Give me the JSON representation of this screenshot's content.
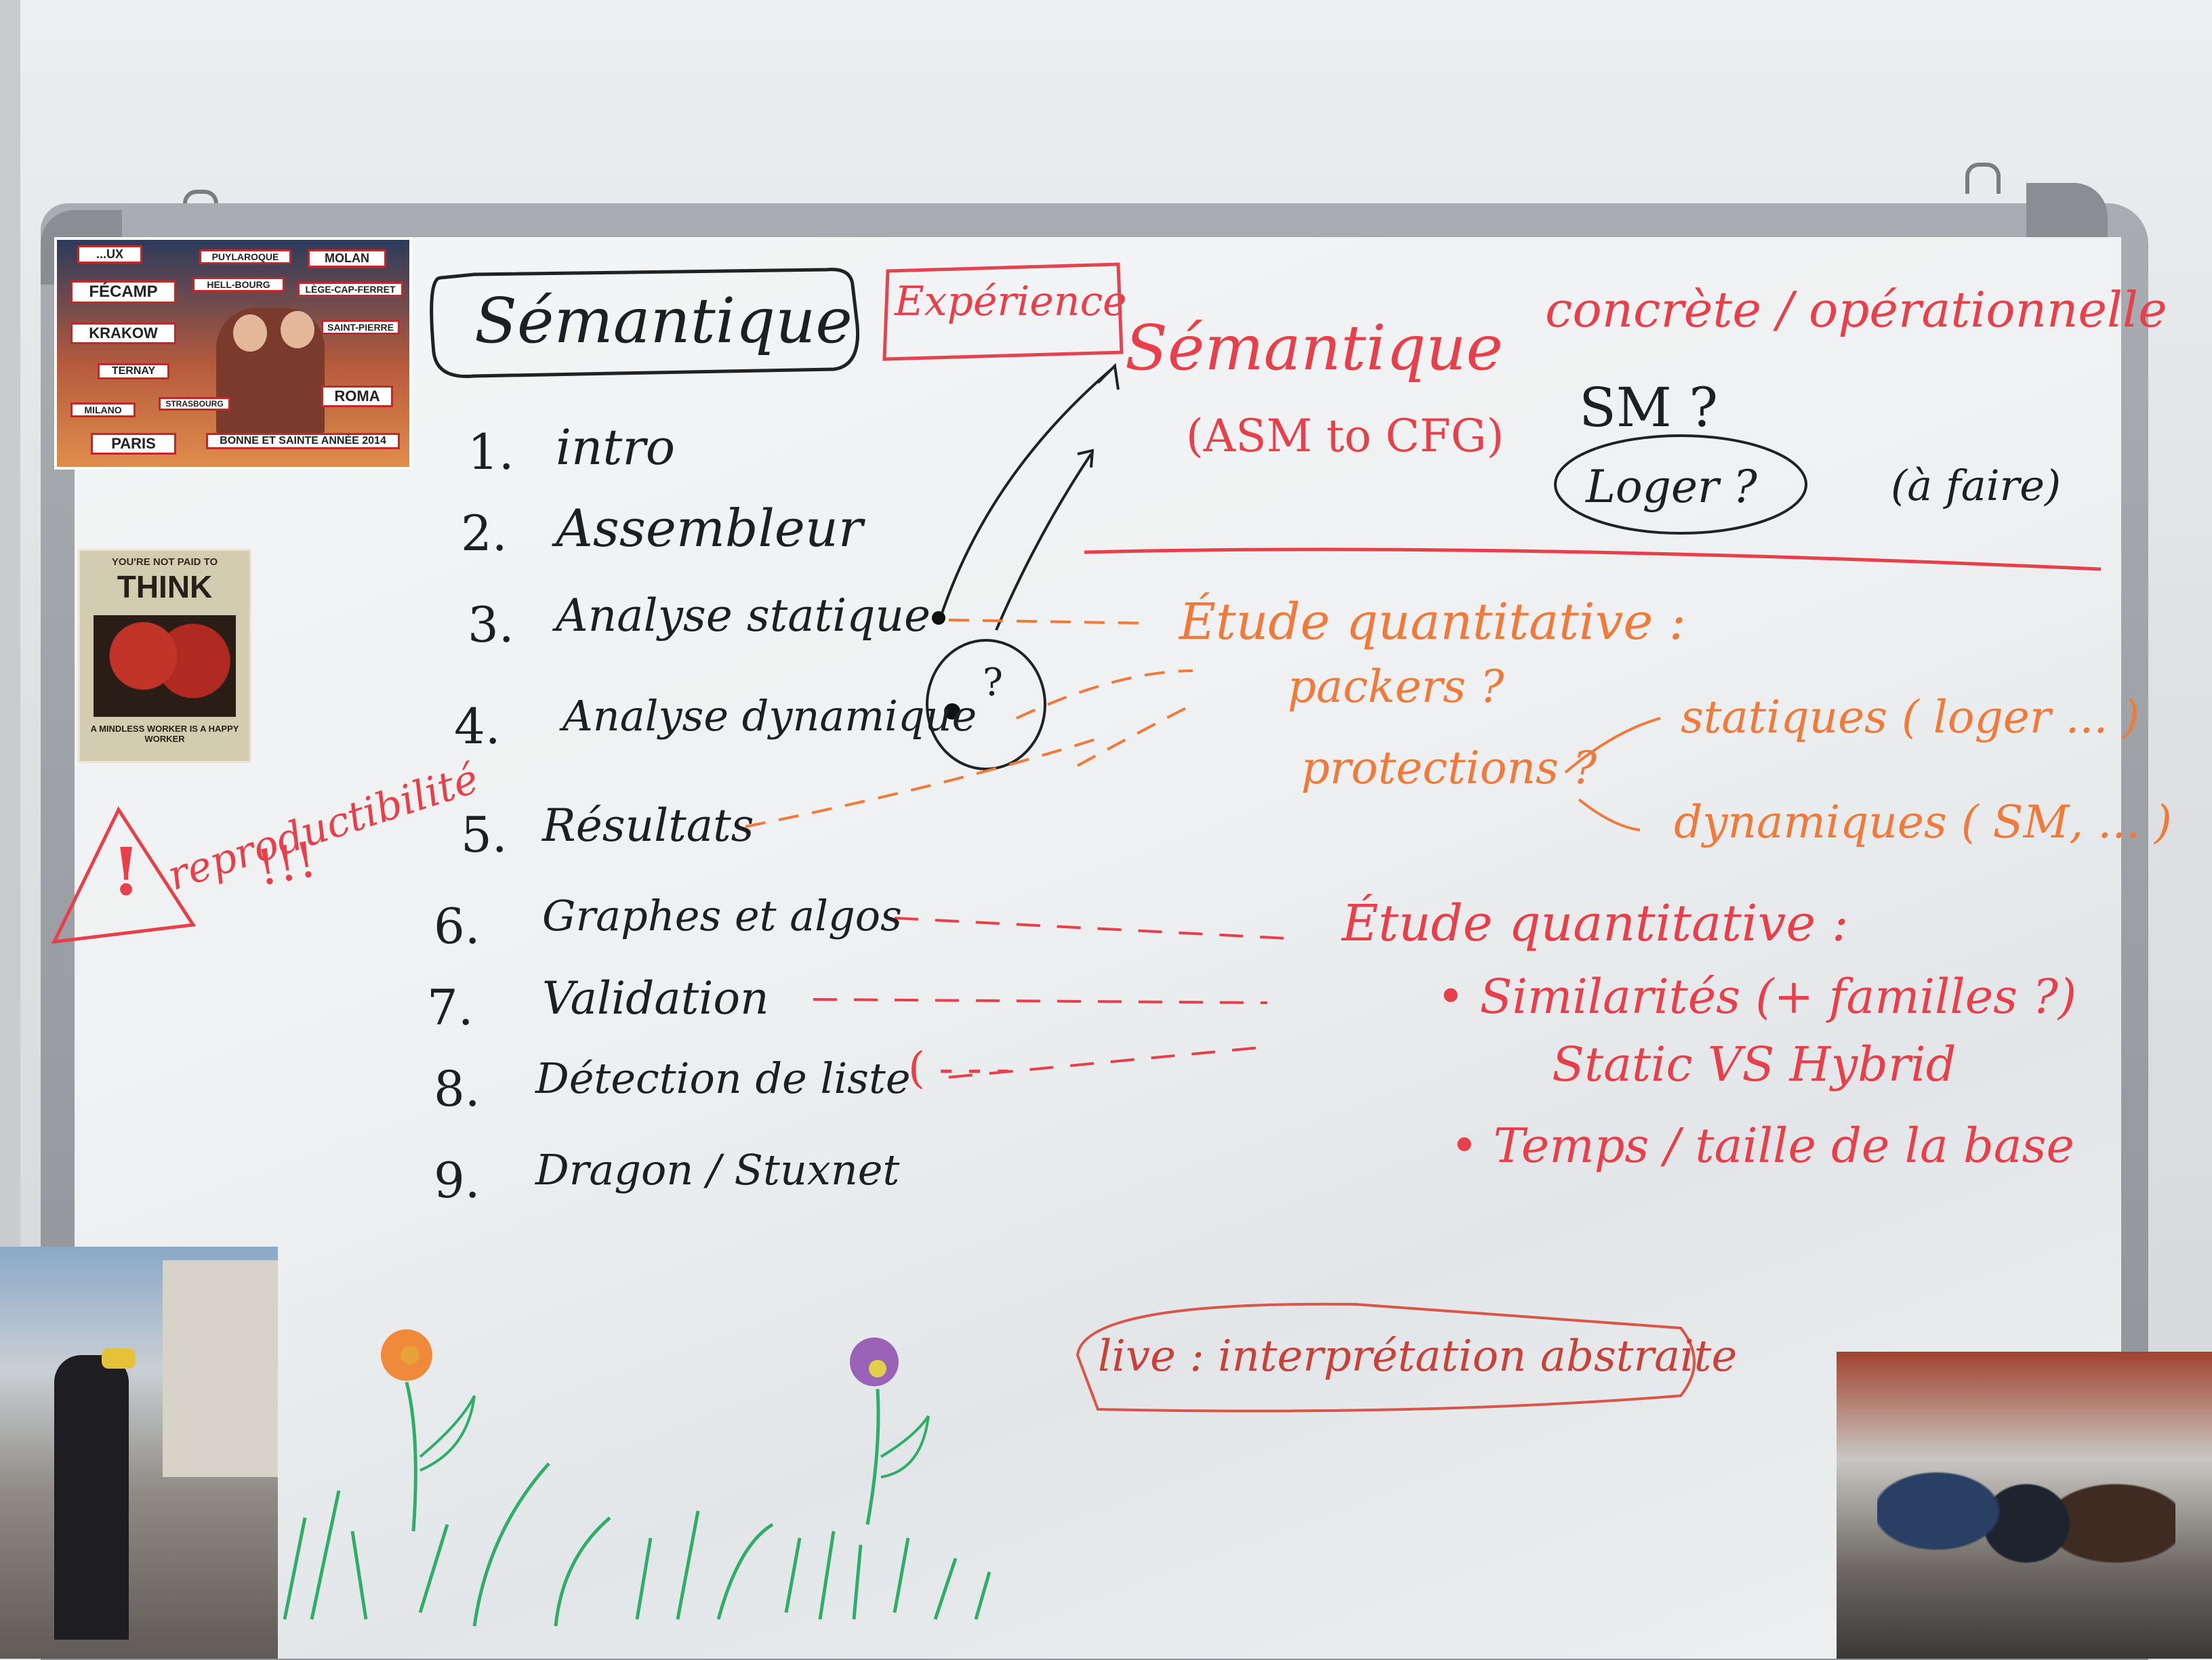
{
  "left_column": {
    "title": "Sémantique",
    "items": [
      {
        "num": "1.",
        "text": "intro"
      },
      {
        "num": "2.",
        "text": "Assembleur"
      },
      {
        "num": "3.",
        "text": "Analyse statique"
      },
      {
        "num": "4.",
        "text": "Analyse dynamique"
      },
      {
        "num": "5.",
        "text": "Résultats"
      },
      {
        "num": "6.",
        "text": "Graphes et algos"
      },
      {
        "num": "7.",
        "text": "Validation"
      },
      {
        "num": "8.",
        "text": "Détection de liste"
      },
      {
        "num": "9.",
        "text": "Dragon / Stuxnet"
      }
    ]
  },
  "right_top": {
    "boxed_label": "Expérience",
    "heading_line1": "Sémantique",
    "heading_line2": "concrète / opérationnelle",
    "sub": "(ASM to CFG)",
    "sm": "SM ?",
    "oval_label": "Loger ?",
    "note": "(à faire)"
  },
  "study_one": {
    "heading": "Étude quantitative :",
    "q1": "packers ?",
    "q2": "protections ?",
    "branch1": "statiques ( loger ... )",
    "branch2": "dynamiques ( SM, ... )"
  },
  "study_two": {
    "heading": "Étude quantitative :",
    "bullet1": "Similarités (+ familles ?)",
    "bullet1b": "Static VS Hybrid",
    "bullet2": "Temps / taille de la base"
  },
  "left_note": {
    "warning": "!",
    "text": "reproductibilité",
    "marks": "!!!"
  },
  "circle_mark": "?",
  "bottom_note": "live : interprétation abstraite",
  "postcard": {
    "tags": [
      "...UX",
      "PUYLAROQUE",
      "MOLAN",
      "FÉCAMP",
      "HELL-BOURG",
      "LÈGE-CAP-FERRET",
      "KRAKOW",
      "SAINT-PIERRE",
      "TERNAY",
      "ROMA",
      "MILANO",
      "STRASBOURG",
      "PARIS",
      "BONNE ET SAINTE ANNÉE 2014"
    ]
  },
  "poster": {
    "line1": "YOU'RE NOT PAID TO",
    "line2": "THINK",
    "line3": "A MINDLESS WORKER IS A HAPPY WORKER"
  },
  "colors": {
    "marker_black": "#1e1f22",
    "marker_red": "#e8404a",
    "marker_orange": "#ef7a3a",
    "marker_green": "#2fae6a"
  }
}
